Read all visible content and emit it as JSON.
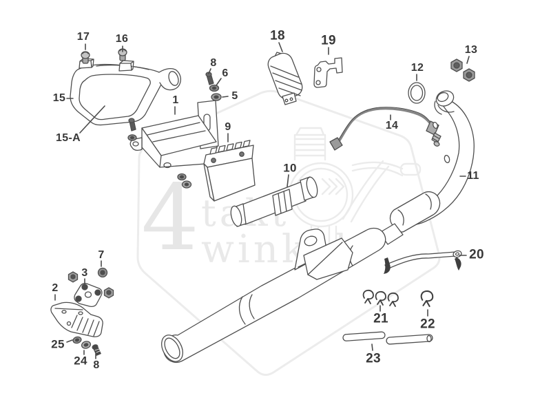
{
  "image": {
    "description": "Exploded technical parts diagram: exhaust system, muffler, battery, air filter box, CDI unit and mounting hardware with numbered callouts",
    "background": "#ffffff",
    "line_color": "#4d4d4d",
    "label_color": "#383838",
    "watermark_color": "#e9e9e9"
  },
  "watermark": {
    "digit": "4",
    "word_top": "takt",
    "word_bottom": "winkel"
  },
  "labels": [
    {
      "text": "17"
    },
    {
      "text": "16"
    },
    {
      "text": "15"
    },
    {
      "text": "15-A"
    },
    {
      "text": "1"
    },
    {
      "text": "8"
    },
    {
      "text": "6"
    },
    {
      "text": "5"
    },
    {
      "text": "9"
    },
    {
      "text": "10"
    },
    {
      "text": "18"
    },
    {
      "text": "19"
    },
    {
      "text": "12"
    },
    {
      "text": "13"
    },
    {
      "text": "14"
    },
    {
      "text": "11"
    },
    {
      "text": "20"
    },
    {
      "text": "21"
    },
    {
      "text": "22"
    },
    {
      "text": "23"
    },
    {
      "text": "7"
    },
    {
      "text": "3"
    },
    {
      "text": "2"
    },
    {
      "text": "25"
    },
    {
      "text": "24"
    },
    {
      "text": "8"
    }
  ]
}
